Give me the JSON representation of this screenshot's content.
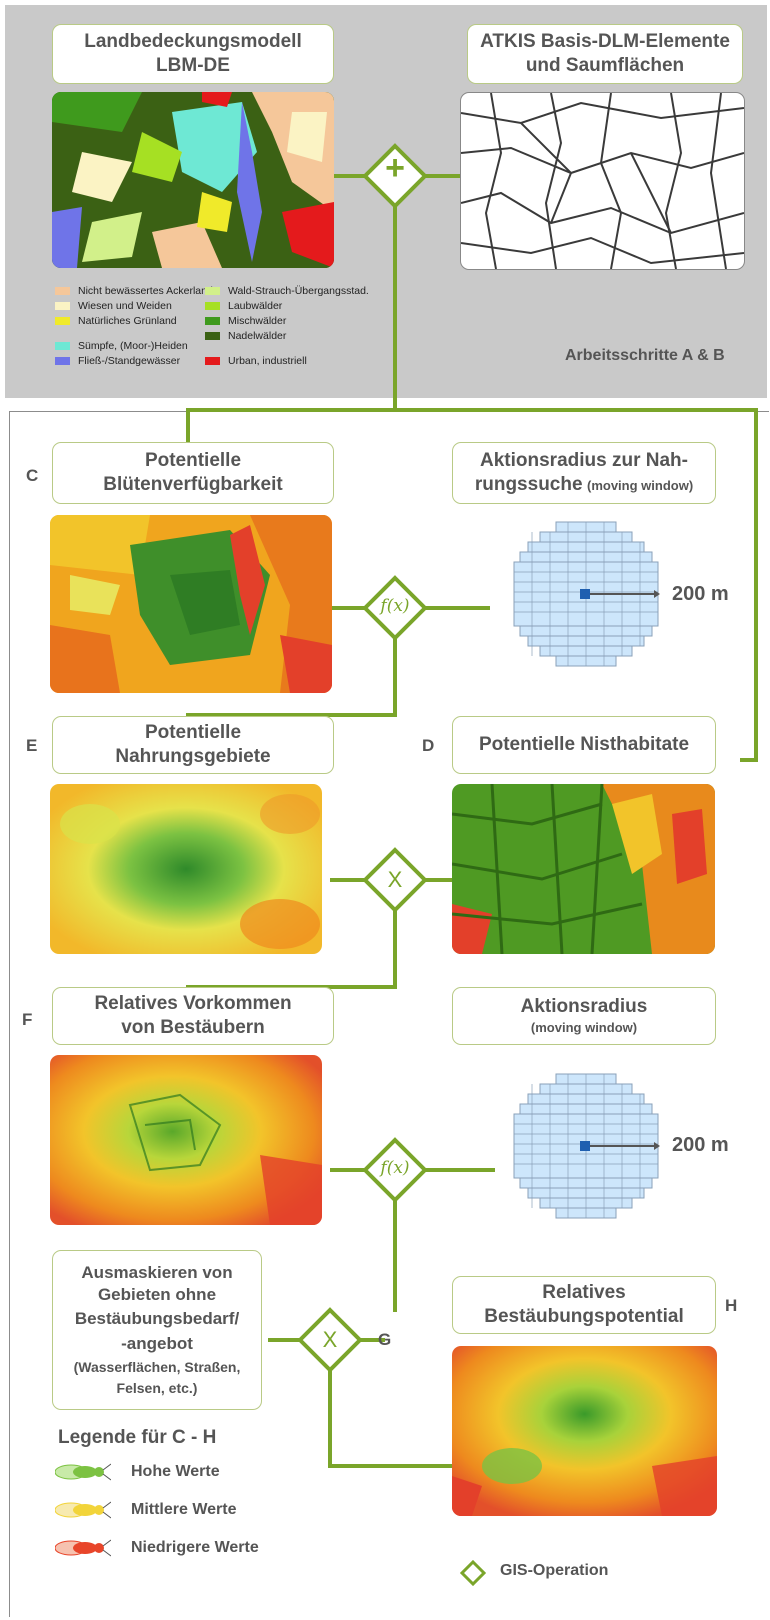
{
  "top_panel": {
    "lbm_title": "Landbedeckungsmodell",
    "lbm_subtitle": "LBM-DE",
    "atkis_title": "ATKIS Basis-DLM-Elemente",
    "atkis_subtitle": "und Saumflächen",
    "steps_label": "Arbeitsschritte A & B",
    "operator_plus": "+"
  },
  "lbm_legend": [
    {
      "label": "Nicht bewässertes Ackerland",
      "color": "#f5c79a"
    },
    {
      "label": "Wiesen und Weiden",
      "color": "#fbf3c4"
    },
    {
      "label": "Natürliches Grünland",
      "color": "#f0ea2a"
    },
    {
      "label": "Sümpfe, (Moor-)Heiden",
      "color": "#6ee8d4"
    },
    {
      "label": "Fließ-/Standgewässer",
      "color": "#6f74e8"
    },
    {
      "label": "Wald-Strauch-Übergangsstad.",
      "color": "#d2f08a"
    },
    {
      "label": "Laubwälder",
      "color": "#a6e023"
    },
    {
      "label": "Mischwälder",
      "color": "#3f9a1d"
    },
    {
      "label": "Nadelwälder",
      "color": "#3b6114"
    },
    {
      "label": "Urban, industriell",
      "color": "#e41a1c"
    }
  ],
  "boxes": {
    "c_title_1": "Potentielle",
    "c_title_2": "Blütenverfügbarkeit",
    "radius1_title_1": "Aktionsradius zur Nah-",
    "radius1_title_2": "rungssuche",
    "radius1_sub": "(moving window)",
    "e_title_1": "Potentielle",
    "e_title_2": "Nahrungsgebiete",
    "d_title": "Potentielle Nisthabitate",
    "f_title_1": "Relatives Vorkommen",
    "f_title_2": "von Bestäubern",
    "radius2_title": "Aktionsradius",
    "radius2_sub": "(moving window)",
    "mask_title_1": "Ausmaskieren von",
    "mask_title_2": "Gebieten ohne",
    "mask_title_3": "Bestäubungsbedarf/",
    "mask_title_4": "-angebot",
    "mask_sub_1": "(Wasserflächen, Straßen,",
    "mask_sub_2": "Felsen, etc.)",
    "h_title_1": "Relatives",
    "h_title_2": "Bestäubungspotential"
  },
  "letters": {
    "c": "C",
    "e": "E",
    "d": "D",
    "f": "F",
    "g": "G",
    "h": "H"
  },
  "operators": {
    "fx": "f(x)",
    "times": "X"
  },
  "radius_labels": {
    "r1": "200 m",
    "r2": "200 m"
  },
  "legend_ch": {
    "title": "Legende für C - H",
    "items": [
      {
        "label": "Hohe Werte",
        "color": "#7cc242"
      },
      {
        "label": "Mittlere Werte",
        "color": "#f2d43a"
      },
      {
        "label": "Niedrigere Werte",
        "color": "#e8452a"
      }
    ]
  },
  "gis_legend": {
    "label": "GIS-Operation",
    "color": "#7aa52a"
  }
}
